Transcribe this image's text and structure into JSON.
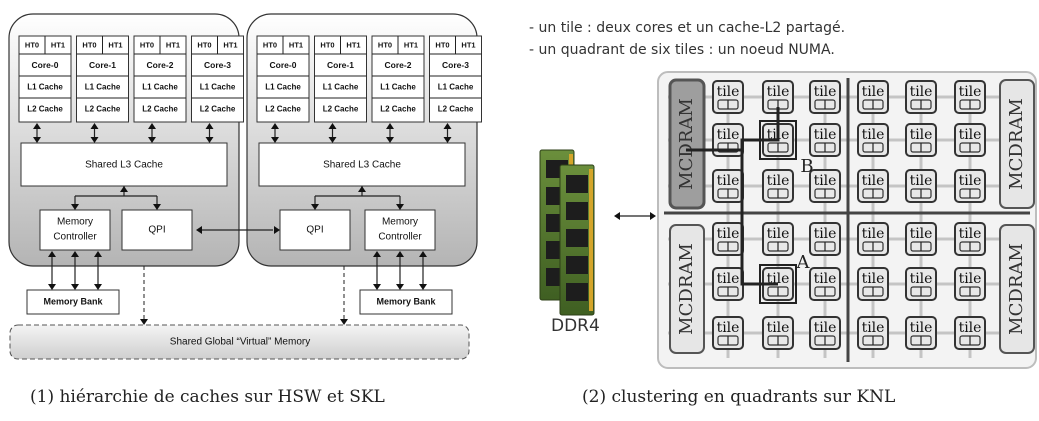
{
  "notes": [
    "- un tile : deux cores et un cache-L2 partagé.",
    "- un quadrant de six tiles : un noeud NUMA."
  ],
  "captions": {
    "left": "(1) hiérarchie de caches sur HSW et SKL",
    "right": "(2) clustering en quadrants sur KNL"
  },
  "left_diagram": {
    "cores": [
      "Core-0",
      "Core-1",
      "Core-2",
      "Core-3"
    ],
    "threads": [
      "HT0",
      "HT1"
    ],
    "l1": "L1 Cache",
    "l2": "L2 Cache",
    "l3": "Shared L3 Cache",
    "memory_controller": [
      "Memory",
      "Controller"
    ],
    "qpi": "QPI",
    "memory_bank": "Memory Bank",
    "shared_memory": "Shared Global “Virtual” Memory"
  },
  "right_diagram": {
    "ddr4": "DDR4",
    "tile": "tile",
    "mcdram": "MCDRAM",
    "markers": [
      "A",
      "B"
    ]
  }
}
